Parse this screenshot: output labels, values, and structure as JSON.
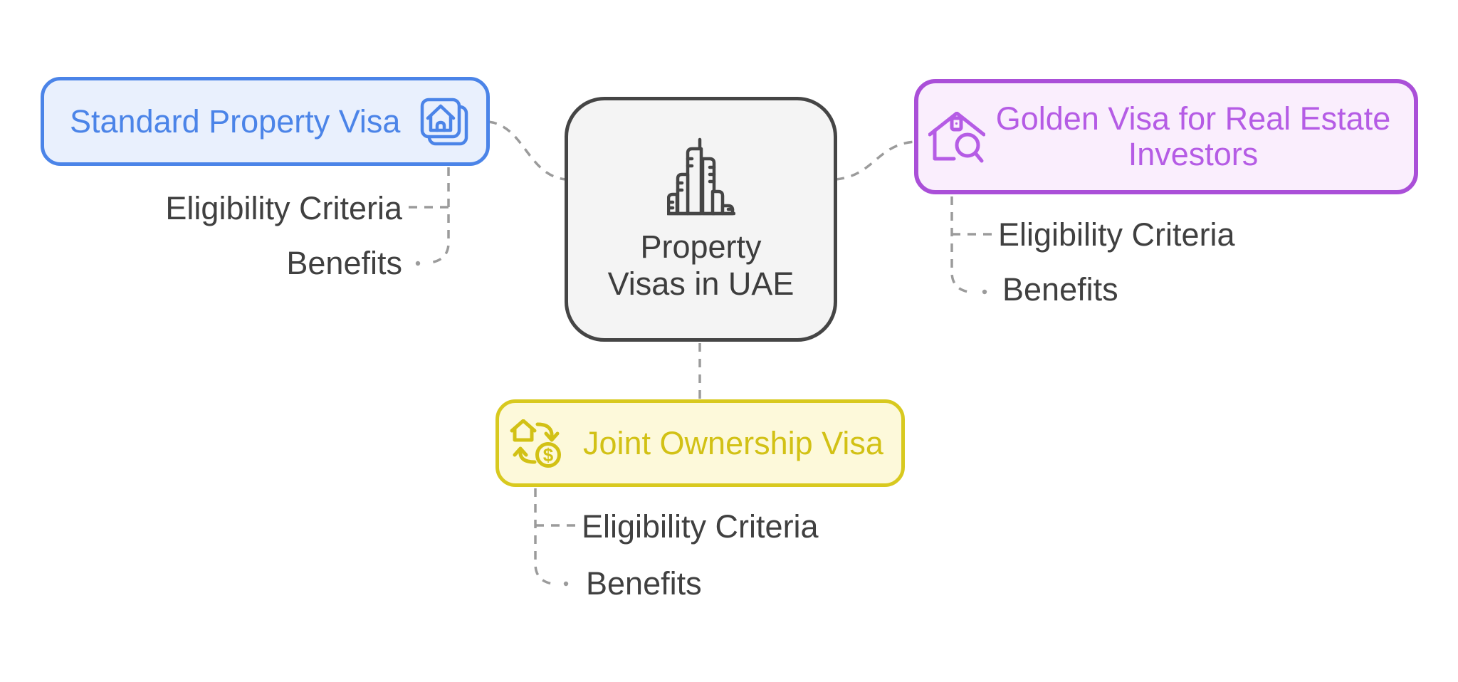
{
  "center": {
    "title": "Property Visas in UAE",
    "icon": "city-buildings-icon"
  },
  "branches": {
    "standard": {
      "title": "Standard Property Visa",
      "icon": "stacked-home-document-icon",
      "eligibility": "Eligibility Criteria",
      "benefits": "Benefits"
    },
    "golden": {
      "title": "Golden Visa for Real Estate Investors",
      "icon": "home-search-icon",
      "eligibility": "Eligibility Criteria",
      "benefits": "Benefits"
    },
    "joint": {
      "title": "Joint Ownership Visa",
      "icon": "home-currency-exchange-icon",
      "eligibility": "Eligibility Criteria",
      "benefits": "Benefits"
    }
  },
  "colors": {
    "standard_accent": "#4b84e8",
    "standard_bg": "#e9f0fd",
    "golden_border": "#aa4fd8",
    "golden_text": "#b55ce5",
    "golden_bg": "#faeefd",
    "joint_border": "#d8c91f",
    "joint_text": "#d2c115",
    "joint_bg": "#fdf9da",
    "central_border": "#454545",
    "central_bg": "#f4f4f4",
    "connector": "#9b9b9b",
    "sublabel_text": "#404040"
  }
}
